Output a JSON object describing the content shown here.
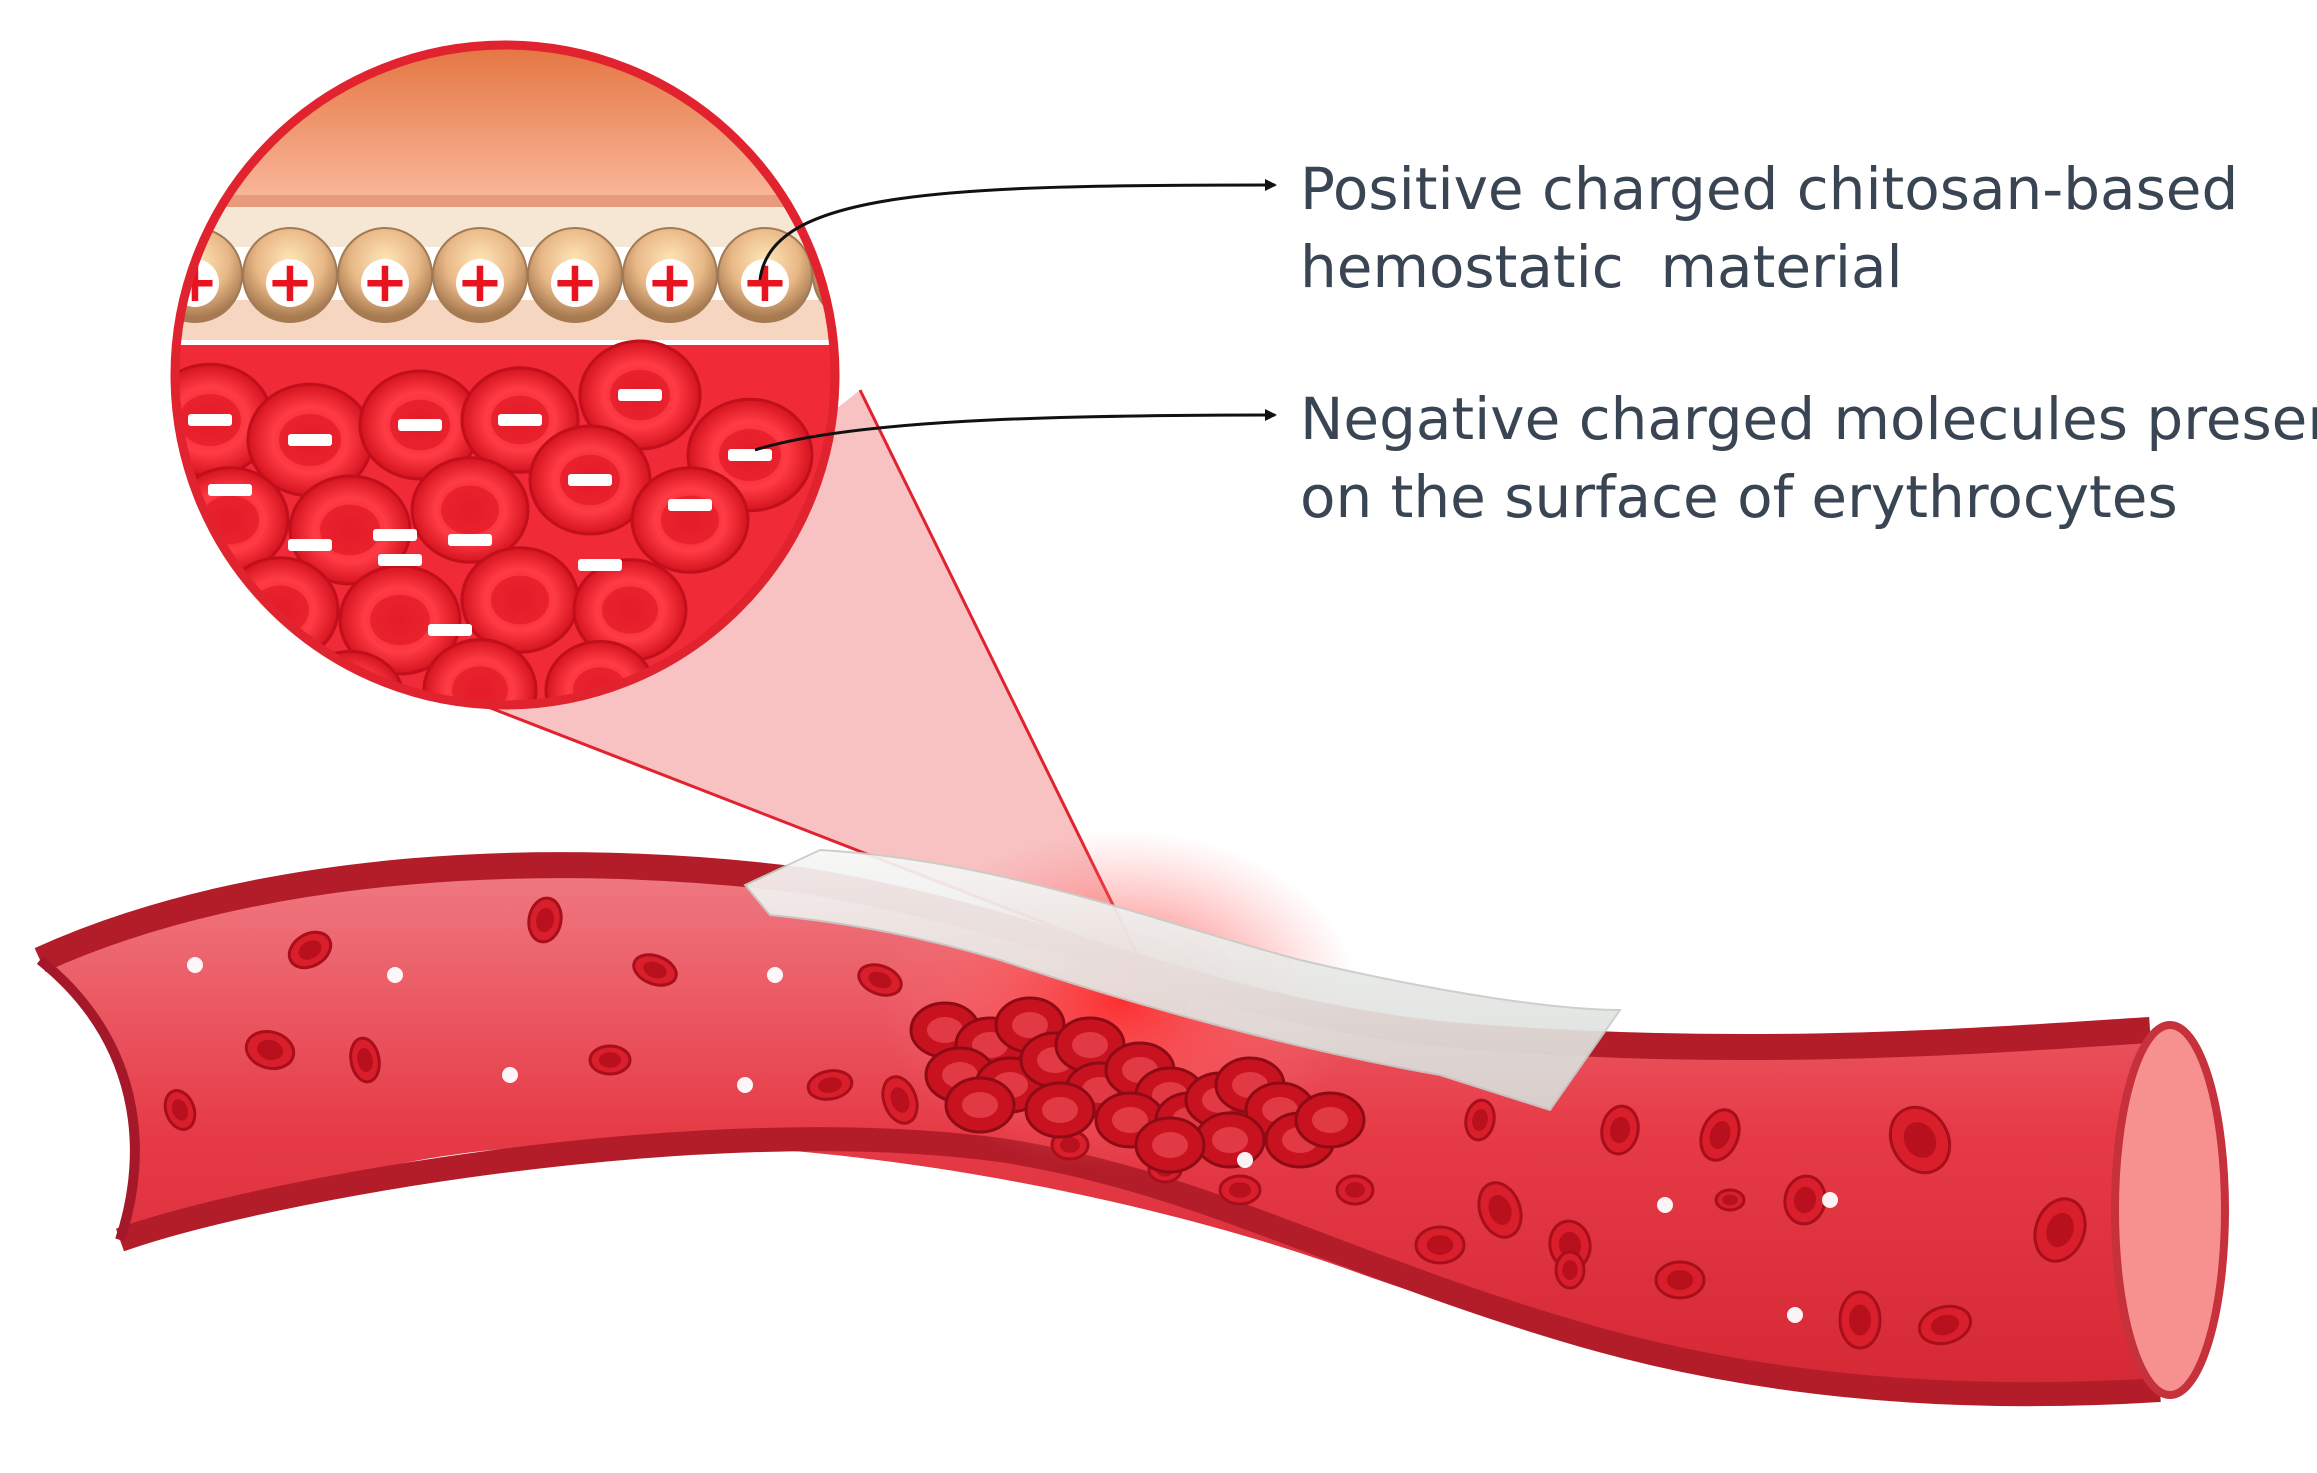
{
  "annotations": {
    "positive": {
      "line1": "Positive charged chitosan-based",
      "line2": "hemostatic  material"
    },
    "negative": {
      "line1": "Negative charged molecules present",
      "line2": "on the surface of erythrocytes"
    }
  },
  "symbols": {
    "plus": "+",
    "minus": "−"
  },
  "colors": {
    "blood_vessel": "#e83a45",
    "vessel_wall": "#b31d2a",
    "erythrocyte": "#d91e2c",
    "material_band": "#f2a47a",
    "magnifier_ring": "#e0232e",
    "patch": "#e9ebe9",
    "text": "#3a4554"
  },
  "icons": [
    "magnifier-circle",
    "zoom-cone",
    "arrow-pointer",
    "chitosan-bead",
    "erythrocyte-cell"
  ]
}
